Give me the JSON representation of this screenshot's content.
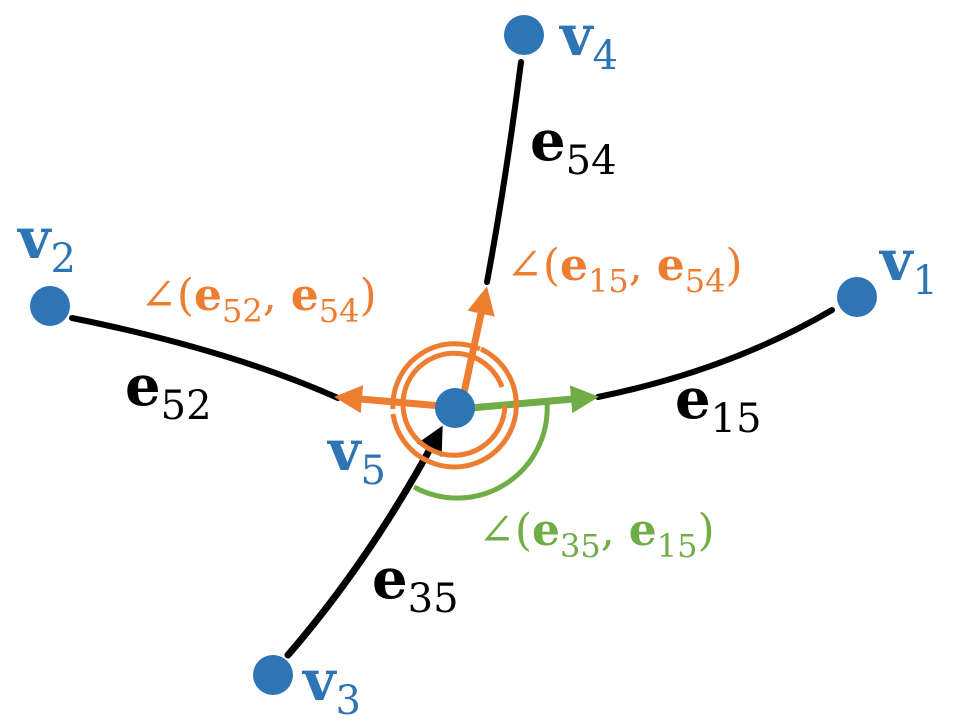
{
  "colors": {
    "vertex": "#2e75b6",
    "edge": "#000000",
    "orange": "#ed7d31",
    "green": "#70ad47"
  },
  "vertices": [
    {
      "id": "v1",
      "base": "v",
      "sub": "1"
    },
    {
      "id": "v2",
      "base": "v",
      "sub": "2"
    },
    {
      "id": "v3",
      "base": "v",
      "sub": "3"
    },
    {
      "id": "v4",
      "base": "v",
      "sub": "4"
    },
    {
      "id": "v5",
      "base": "v",
      "sub": "5"
    }
  ],
  "edges": [
    {
      "id": "e15",
      "base": "e",
      "sub": "15"
    },
    {
      "id": "e52",
      "base": "e",
      "sub": "52"
    },
    {
      "id": "e54",
      "base": "e",
      "sub": "54"
    },
    {
      "id": "e35",
      "base": "e",
      "sub": "35"
    }
  ],
  "angles": [
    {
      "id": "a52_54",
      "prefix": "∠(",
      "a_base": "e",
      "a_sub": "52",
      "sep": ", ",
      "b_base": "e",
      "b_sub": "54",
      "suffix": ")"
    },
    {
      "id": "a15_54",
      "prefix": "∠(",
      "a_base": "e",
      "a_sub": "15",
      "sep": ", ",
      "b_base": "e",
      "b_sub": "54",
      "suffix": ")"
    },
    {
      "id": "a35_15",
      "prefix": "∠(",
      "a_base": "e",
      "a_sub": "35",
      "sep": ", ",
      "b_base": "e",
      "b_sub": "15",
      "suffix": ")"
    }
  ]
}
